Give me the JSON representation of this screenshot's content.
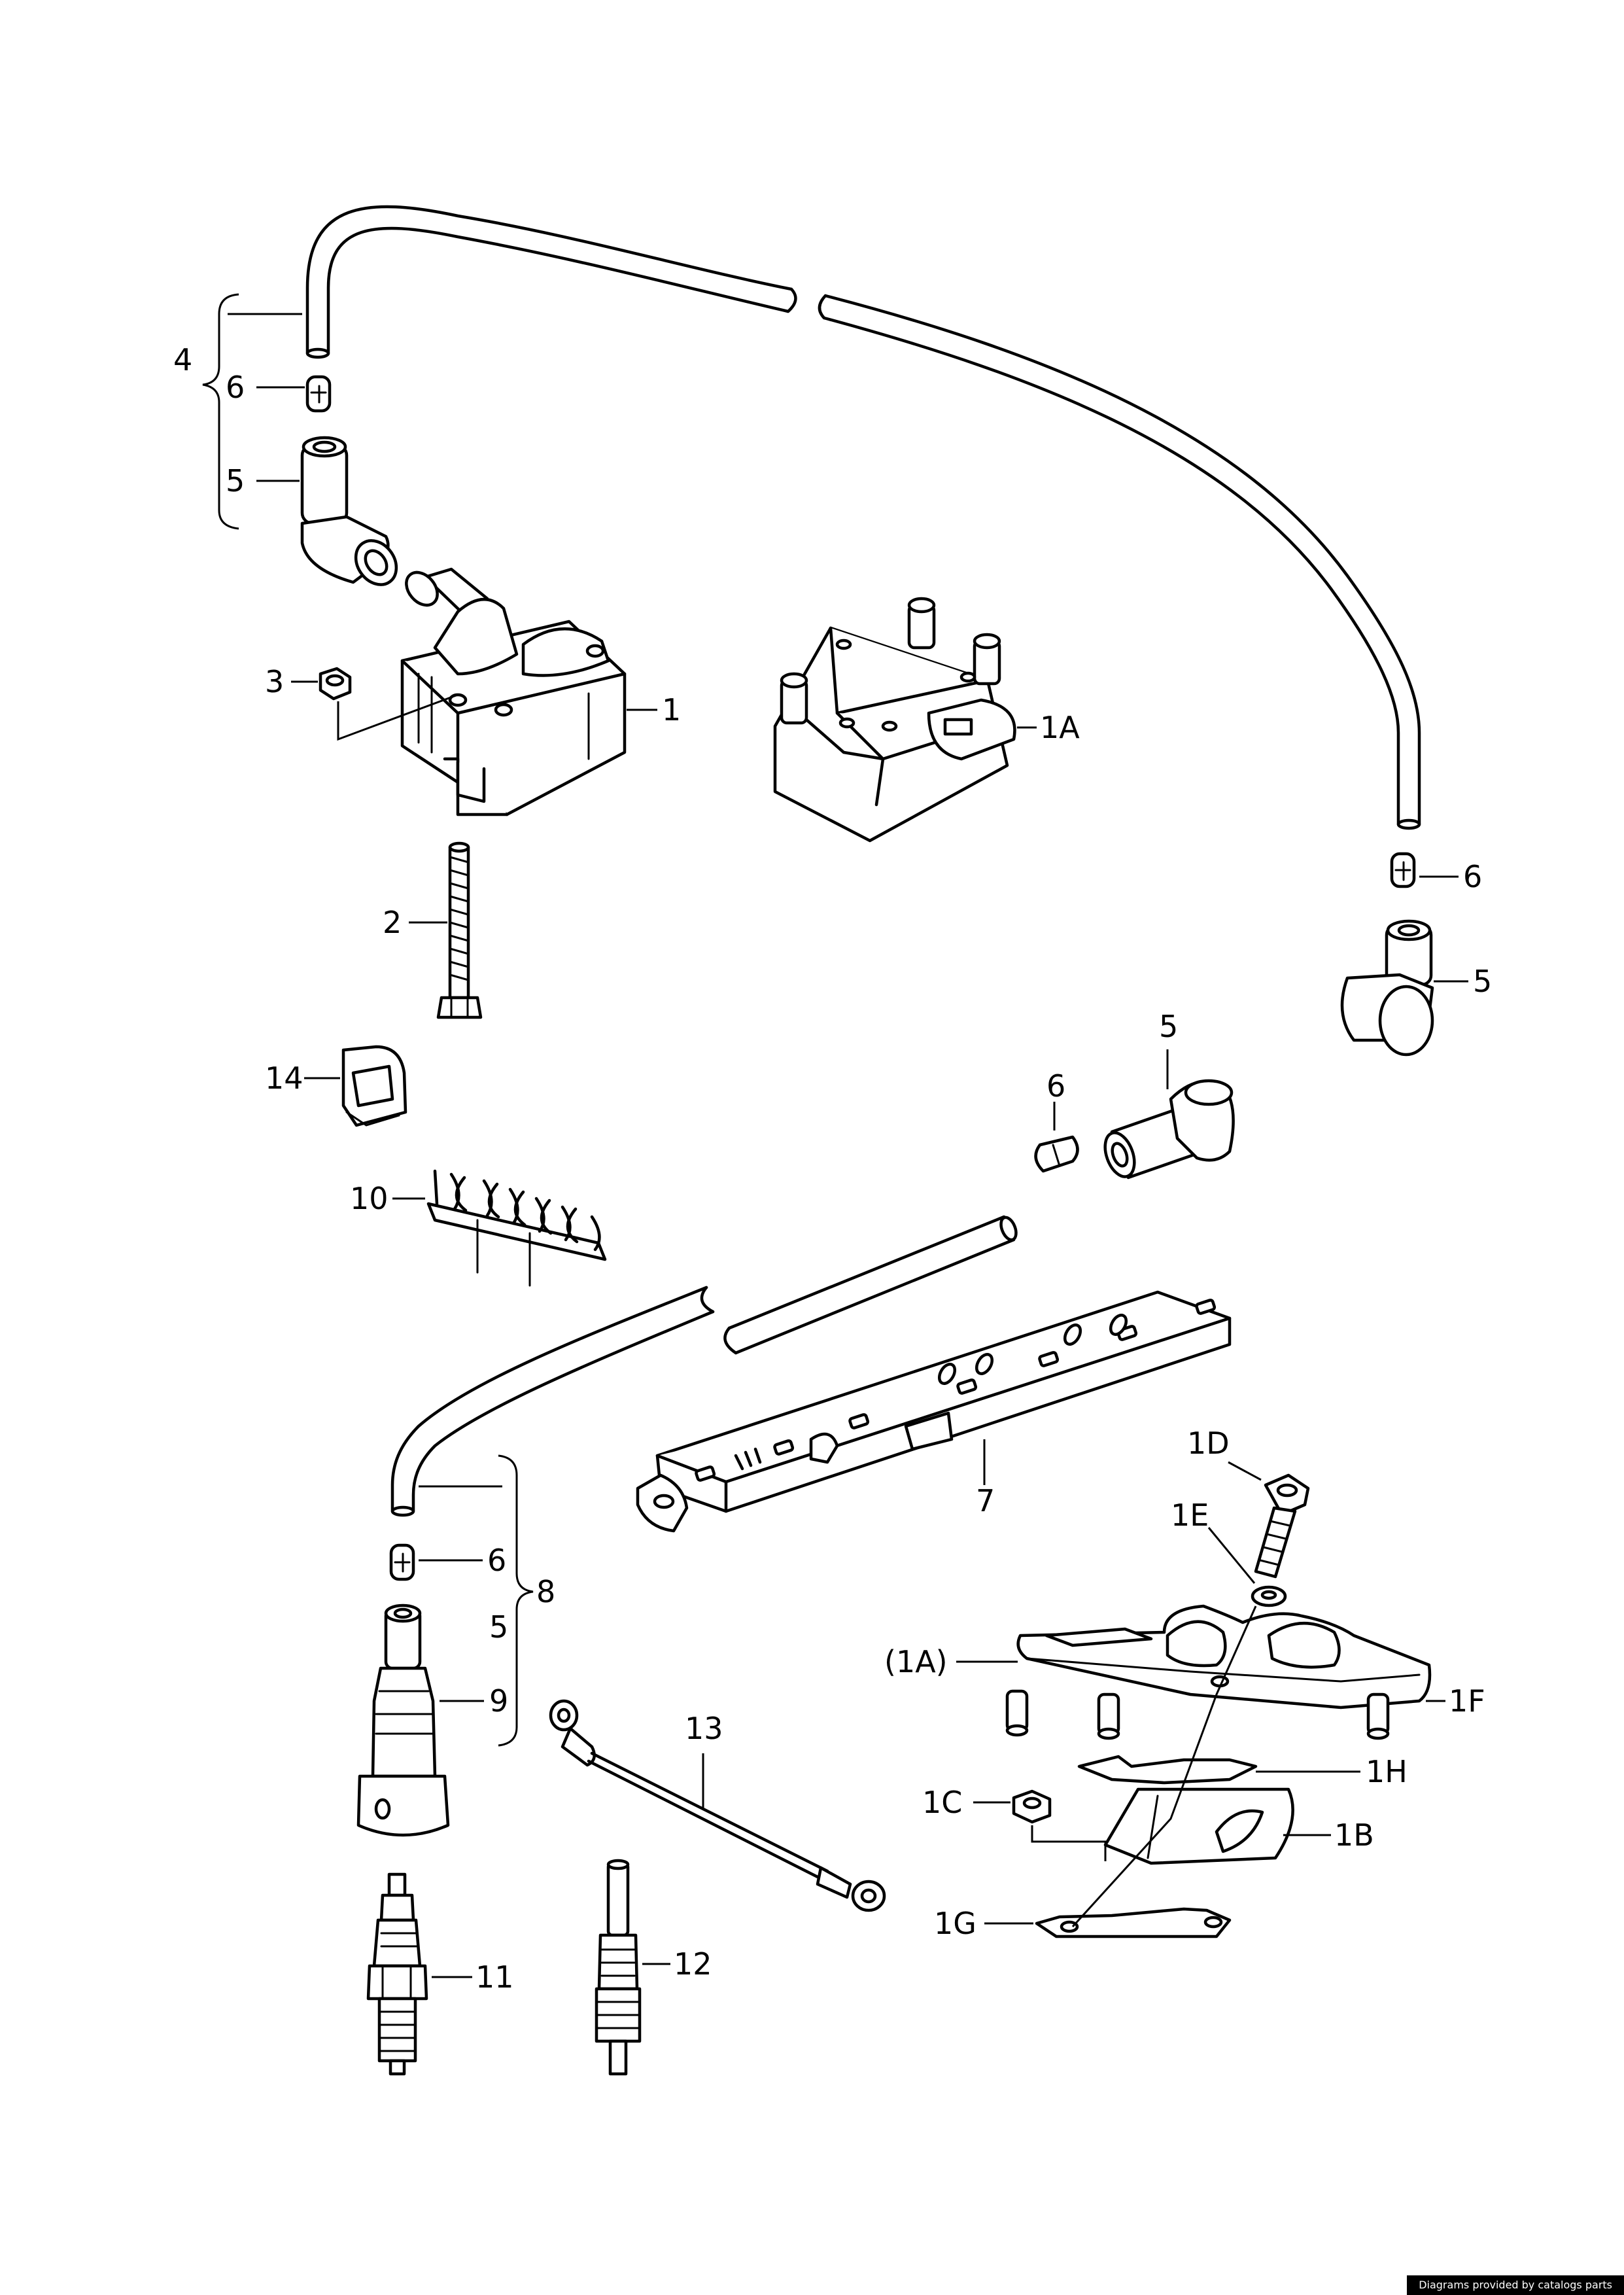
{
  "diagram": {
    "callouts": {
      "c1": "1",
      "c1A": "1A",
      "c1A_paren": "(1A)",
      "c1B": "1B",
      "c1C": "1C",
      "c1D": "1D",
      "c1E": "1E",
      "c1F": "1F",
      "c1G": "1G",
      "c1H": "1H",
      "c2": "2",
      "c3": "3",
      "c4": "4",
      "c5": "5",
      "c6": "6",
      "c7": "7",
      "c8": "8",
      "c9": "9",
      "c10": "10",
      "c11": "11",
      "c12": "12",
      "c13": "13",
      "c14": "14"
    }
  },
  "footer": {
    "credit": "Diagrams provided by catalogs parts"
  }
}
